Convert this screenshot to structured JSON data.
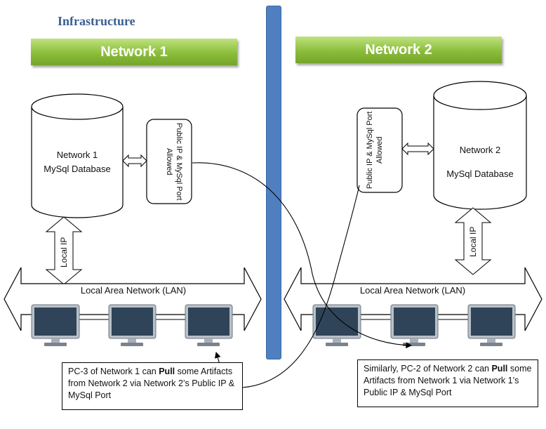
{
  "title": "Infrastructure",
  "network1": {
    "header": "Network 1",
    "db_line1": "Network 1",
    "db_line2": "MySql Database",
    "port_label": "Public IP & MySql Port Allowed",
    "local_ip": "Local IP",
    "lan": "Local Area Network (LAN)"
  },
  "network2": {
    "header": "Network 2",
    "db_line1": "Network 2",
    "db_line2": "MySql Database",
    "port_label": "Public IP & MySql Port Allowed",
    "local_ip": "Local IP",
    "lan": "Local Area Network (LAN)"
  },
  "notes": {
    "left": {
      "pre": "PC-3 of Network 1 can ",
      "bold": "Pull",
      "post": " some Artifacts from Network 2 via Network 2’s Public IP & MySql Port"
    },
    "right": {
      "pre": "Similarly, PC-2 of Network 2 can ",
      "bold": "Pull",
      "post": " some Artifacts from Network 1 via Network 1’s Public IP & MySql Port"
    }
  },
  "colors": {
    "header_green": "#8bbd3a",
    "divider_blue": "#4f7fbf",
    "title_blue": "#3a5f8f",
    "monitor_screen": "#2f4458"
  }
}
